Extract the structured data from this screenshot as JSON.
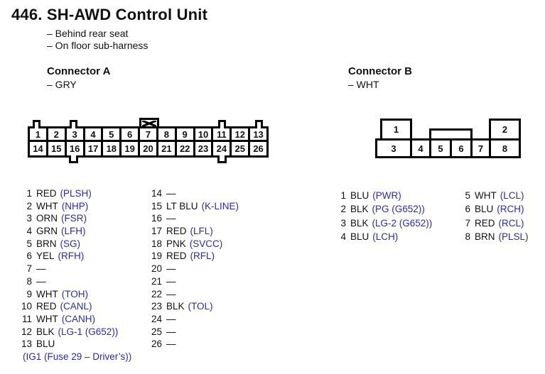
{
  "page": {
    "title": "446. SH-AWD Control Unit",
    "notes": [
      "– Behind rear seat",
      "– On floor sub-harness"
    ]
  },
  "colors": {
    "signal_code_blue": "#2a2ab8",
    "text_black": "#111111"
  },
  "connector_a": {
    "heading": "Connector A",
    "color_note": "– GRY",
    "diagram": {
      "top_row": [
        "1",
        "2",
        "3",
        "4",
        "5",
        "6",
        "7",
        "8",
        "9",
        "10",
        "11",
        "12",
        "13"
      ],
      "bottom_row": [
        "14",
        "15",
        "16",
        "17",
        "18",
        "19",
        "20",
        "21",
        "22",
        "23",
        "24",
        "25",
        "26"
      ]
    },
    "pins_col1": [
      {
        "num": "1",
        "wire": "RED",
        "code": "(PLSH)"
      },
      {
        "num": "2",
        "wire": "WHT",
        "code": "(NHP)"
      },
      {
        "num": "3",
        "wire": "ORN",
        "code": "(FSR)"
      },
      {
        "num": "4",
        "wire": "GRN",
        "code": "(LFH)"
      },
      {
        "num": "5",
        "wire": "BRN",
        "code": "(SG)"
      },
      {
        "num": "6",
        "wire": "YEL",
        "code": "(RFH)"
      },
      {
        "num": "7",
        "wire": "—",
        "code": ""
      },
      {
        "num": "8",
        "wire": "—",
        "code": ""
      },
      {
        "num": "9",
        "wire": "WHT",
        "code": "(TOH)"
      },
      {
        "num": "10",
        "wire": "RED",
        "code": "(CANL)"
      },
      {
        "num": "11",
        "wire": "WHT",
        "code": "(CANH)"
      },
      {
        "num": "12",
        "wire": "BLK",
        "code": "(LG-1 (G652))"
      },
      {
        "num": "13",
        "wire": "BLU",
        "code": ""
      },
      {
        "num": "",
        "wire": "",
        "code": "(IG1 (Fuse 29 – Driver’s))",
        "cls": "cont"
      }
    ],
    "pins_col2": [
      {
        "num": "14",
        "wire": "—",
        "code": ""
      },
      {
        "num": "15",
        "wire": "LT BLU",
        "code": "(K-LINE)"
      },
      {
        "num": "16",
        "wire": "—",
        "code": ""
      },
      {
        "num": "17",
        "wire": "RED",
        "code": "(LFL)"
      },
      {
        "num": "18",
        "wire": "PNK",
        "code": "(SVCC)"
      },
      {
        "num": "19",
        "wire": "RED",
        "code": "(RFL)"
      },
      {
        "num": "20",
        "wire": "—",
        "code": ""
      },
      {
        "num": "21",
        "wire": "—",
        "code": ""
      },
      {
        "num": "22",
        "wire": "—",
        "code": ""
      },
      {
        "num": "23",
        "wire": "BLK",
        "code": "(TOL)"
      },
      {
        "num": "24",
        "wire": "—",
        "code": ""
      },
      {
        "num": "25",
        "wire": "—",
        "code": ""
      },
      {
        "num": "26",
        "wire": "—",
        "code": ""
      }
    ]
  },
  "connector_b": {
    "heading": "Connector B",
    "color_note": "– WHT",
    "diagram": {
      "top_left": "1",
      "top_right": "2",
      "bottom_cells": [
        {
          "t": "3",
          "cls": "b3"
        },
        {
          "t": "4",
          "cls": "b4"
        },
        {
          "t": "5",
          "cls": "b5"
        },
        {
          "t": "6",
          "cls": "b6"
        },
        {
          "t": "7",
          "cls": "b7"
        },
        {
          "t": "8",
          "cls": "b8"
        }
      ]
    },
    "pins_col1": [
      {
        "num": "1",
        "wire": "BLU",
        "code": "(PWR)"
      },
      {
        "num": "2",
        "wire": "BLK",
        "code": "(PG (G652))"
      },
      {
        "num": "3",
        "wire": "BLK",
        "code": "(LG-2 (G652))"
      },
      {
        "num": "4",
        "wire": "BLU",
        "code": "(LCH)"
      }
    ],
    "pins_col2": [
      {
        "num": "5",
        "wire": "WHT",
        "code": "(LCL)"
      },
      {
        "num": "6",
        "wire": "BLU",
        "code": "(RCH)"
      },
      {
        "num": "7",
        "wire": "RED",
        "code": "(RCL)"
      },
      {
        "num": "8",
        "wire": "BRN",
        "code": "(PLSL)"
      }
    ]
  }
}
